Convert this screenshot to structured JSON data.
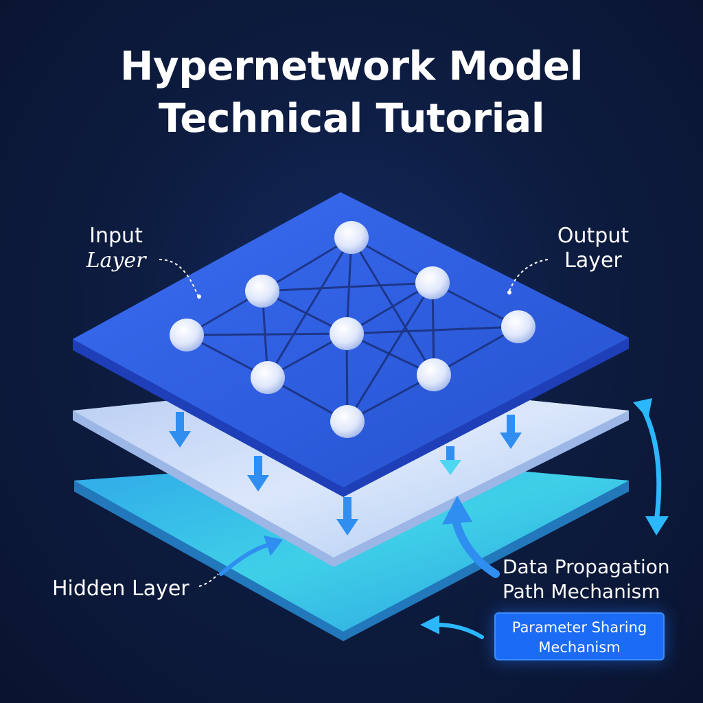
{
  "title": {
    "line1": "Hypernetwork Model",
    "line2": "Technical Tutorial"
  },
  "labels": {
    "input_line1": "Input",
    "input_line2": "Layer",
    "output_line1": "Output",
    "output_line2": "Layer",
    "hidden": "Hidden Layer",
    "propagation_line1": "Data Propagation",
    "propagation_line2": "Path Mechanism",
    "sharing_line1": "Parameter Sharing",
    "sharing_line2": "Mechanism"
  },
  "colors": {
    "top_layer": "#2f5fe0",
    "middle_layer": "#c9dcf7",
    "bottom_layer": "#3fd0e8",
    "arrow": "#2bb8ff",
    "node": "#e8eefc",
    "badge": "#1b6bf5"
  }
}
